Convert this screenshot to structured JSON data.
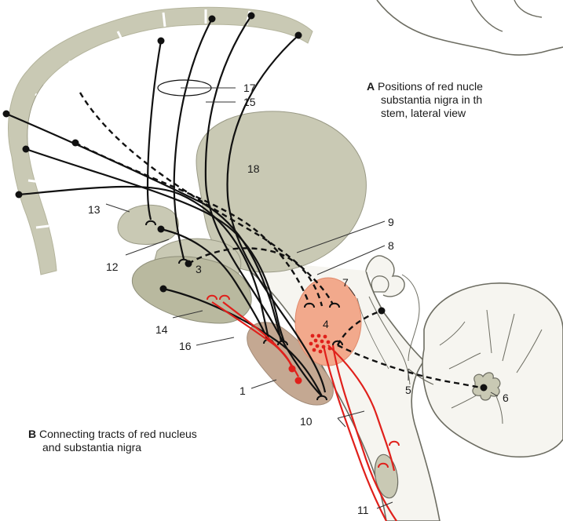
{
  "figure": {
    "caption_a": {
      "letter": "A",
      "line1": "Positions of red nucle",
      "line2": "substantia nigra in th",
      "line3": "stem, lateral view"
    },
    "caption_b": {
      "letter": "B",
      "line1": "Connecting tracts of red nucleus",
      "line2": "and substantia nigra"
    },
    "labels": {
      "l1": "1",
      "l3": "3",
      "l4": "4",
      "l5": "5",
      "l6": "6",
      "l7": "7",
      "l8": "8",
      "l9": "9",
      "l10": "10",
      "l11": "11",
      "l12": "12",
      "l13": "13",
      "l14": "14",
      "l15": "15",
      "l16": "16",
      "l17": "17",
      "l18": "18"
    }
  },
  "colors": {
    "gray_matter": "#c9c9b4",
    "nucleus_fill": "#b9b99f",
    "red_nucleus": "#f2a98c",
    "substantia_nigra": "#c4a892",
    "tract_red": "#e0201b",
    "tract_black": "#111111",
    "outline": "#6d6d62"
  }
}
